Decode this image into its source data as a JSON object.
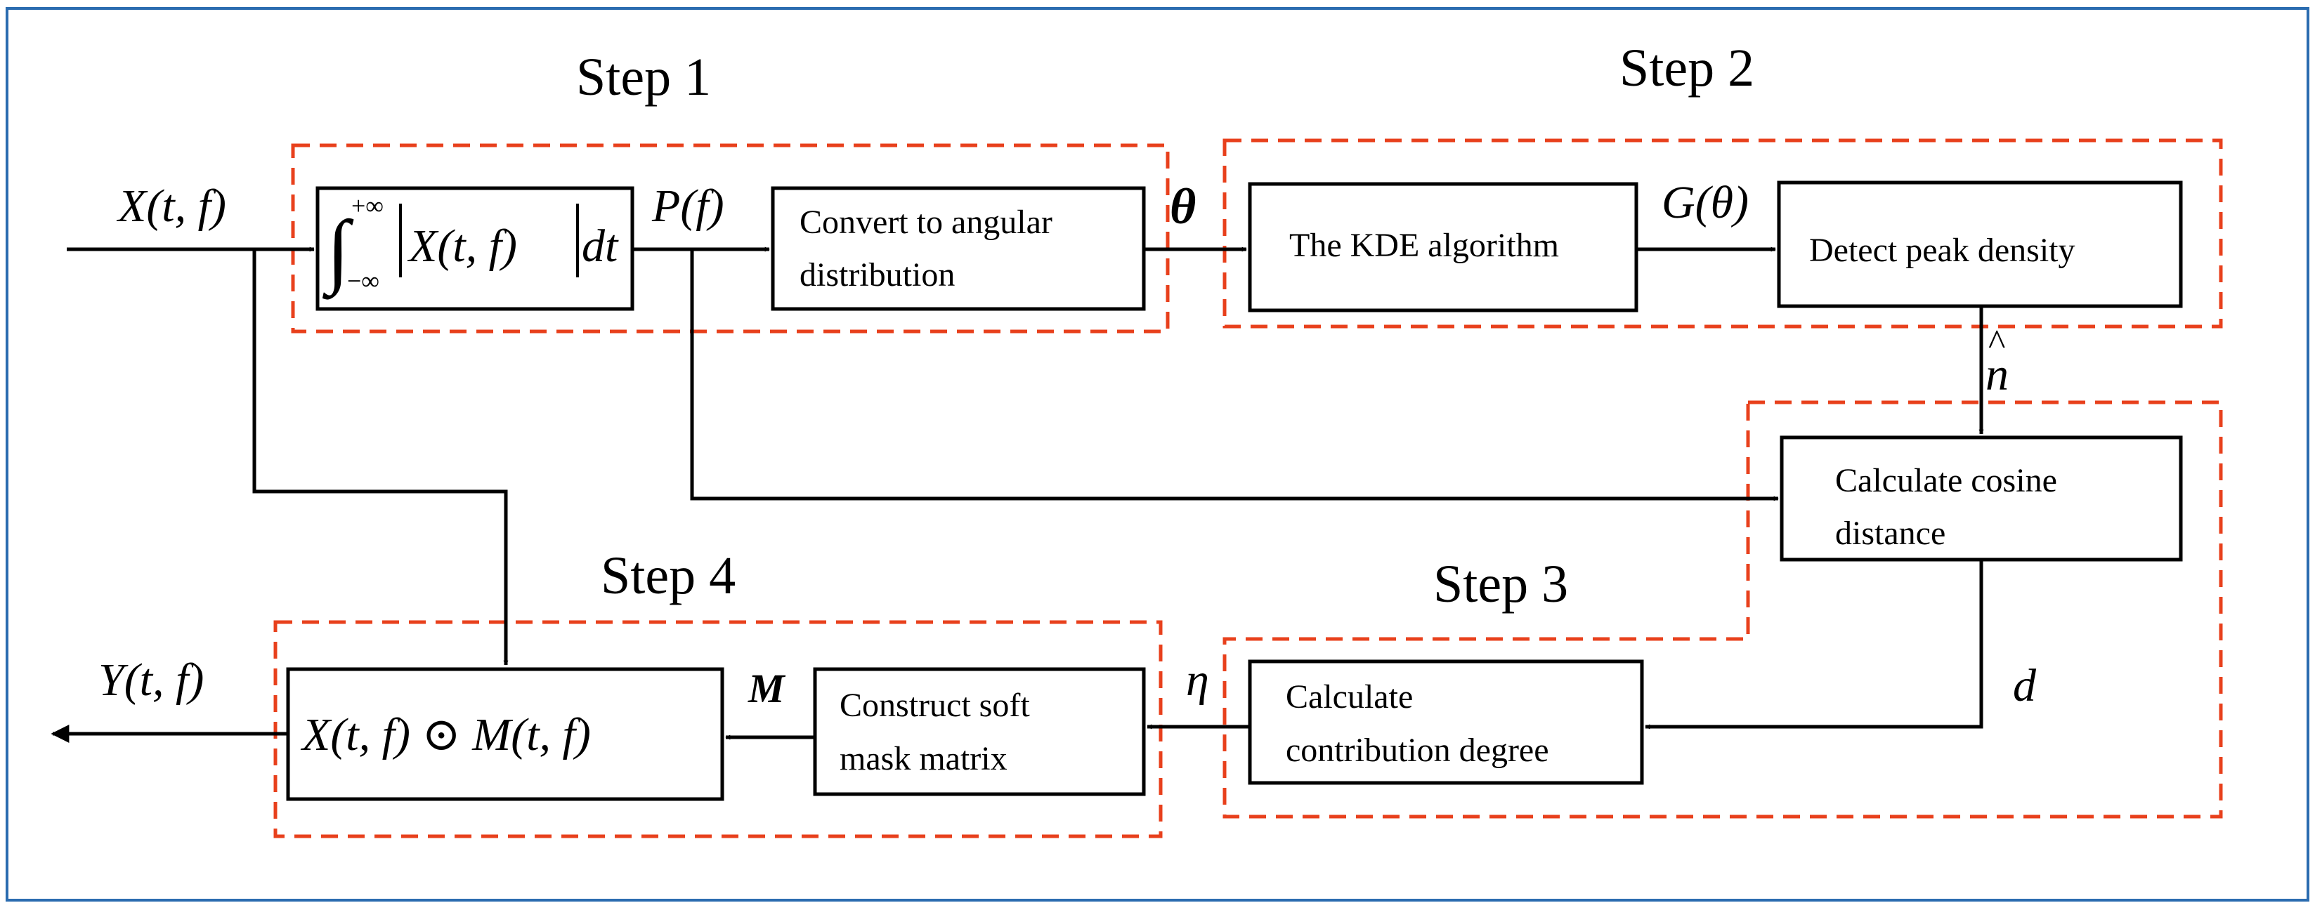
{
  "steps": {
    "step1": "Step 1",
    "step2": "Step 2",
    "step3": "Step 3",
    "step4": "Step 4"
  },
  "signals": {
    "input": "X(t, f)",
    "output": "Y(t, f)",
    "p": "P(f)",
    "theta": "θ",
    "g": "G(θ)",
    "n_hat": "n",
    "d": "d",
    "eta": "η",
    "m": "M"
  },
  "boxes": {
    "integral": {
      "upper": "+∞",
      "lower": "−∞",
      "integrand": "X(t, f)",
      "dt": "dt"
    },
    "convert": [
      "Convert to angular",
      "distribution"
    ],
    "kde": "The KDE algorithm",
    "peak": "Detect peak density",
    "cosine": [
      "Calculate cosine",
      "distance"
    ],
    "contribution": [
      "Calculate",
      "contribution degree"
    ],
    "mask": [
      "Construct soft",
      "mask matrix"
    ],
    "product": "X(t, f) ⊙ M(t, f)"
  },
  "colors": {
    "frame": "#2b6cb0",
    "dashed": "#e8401c",
    "line": "#000000"
  }
}
